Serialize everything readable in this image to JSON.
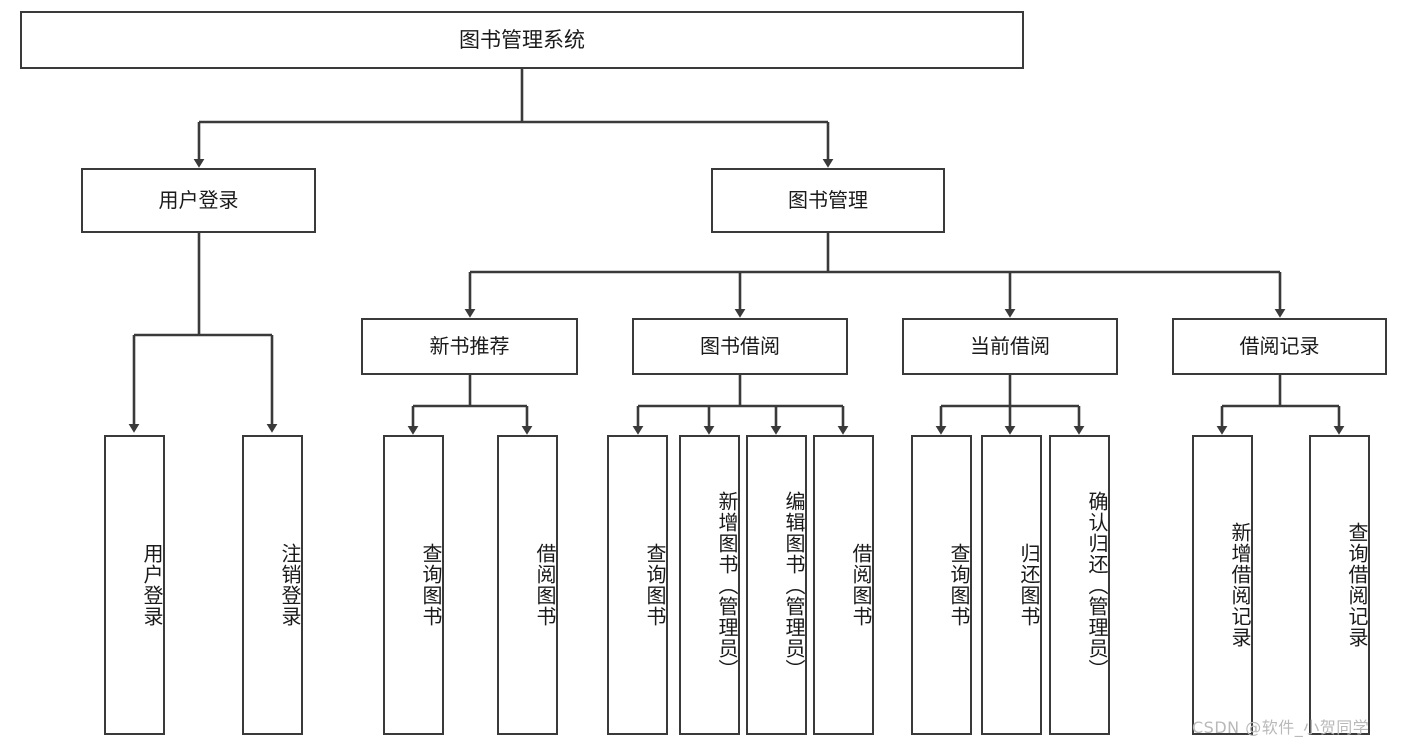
{
  "diagram": {
    "type": "tree",
    "title": "图书管理系统",
    "root": {
      "label": "图书管理系统"
    },
    "level2": [
      {
        "label": "用户登录"
      },
      {
        "label": "图书管理"
      }
    ],
    "level3": [
      {
        "label": "新书推荐"
      },
      {
        "label": "图书借阅"
      },
      {
        "label": "当前借阅"
      },
      {
        "label": "借阅记录"
      }
    ],
    "leaves": {
      "user_login": [
        {
          "label": "用户登录"
        },
        {
          "label": "注销登录"
        }
      ],
      "new_book_recommend": [
        {
          "label": "查询图书"
        },
        {
          "label": "借阅图书"
        }
      ],
      "book_borrow": [
        {
          "label": "查询图书"
        },
        {
          "label": "新增图书（管理员）"
        },
        {
          "label": "编辑图书（管理员）"
        },
        {
          "label": "借阅图书"
        }
      ],
      "current_borrow": [
        {
          "label": "查询图书"
        },
        {
          "label": "归还图书"
        },
        {
          "label": "确认归还（管理员）"
        }
      ],
      "borrow_record": [
        {
          "label": "新增借阅记录"
        },
        {
          "label": "查询借阅记录"
        }
      ]
    }
  },
  "watermark": {
    "text": "CSDN @软件_小贺同学"
  },
  "colors": {
    "box_border": "#3a3a3a",
    "line": "#3a3a3a",
    "background": "#ffffff",
    "text": "#1a1a1a",
    "watermark": "#b9b9b9"
  }
}
